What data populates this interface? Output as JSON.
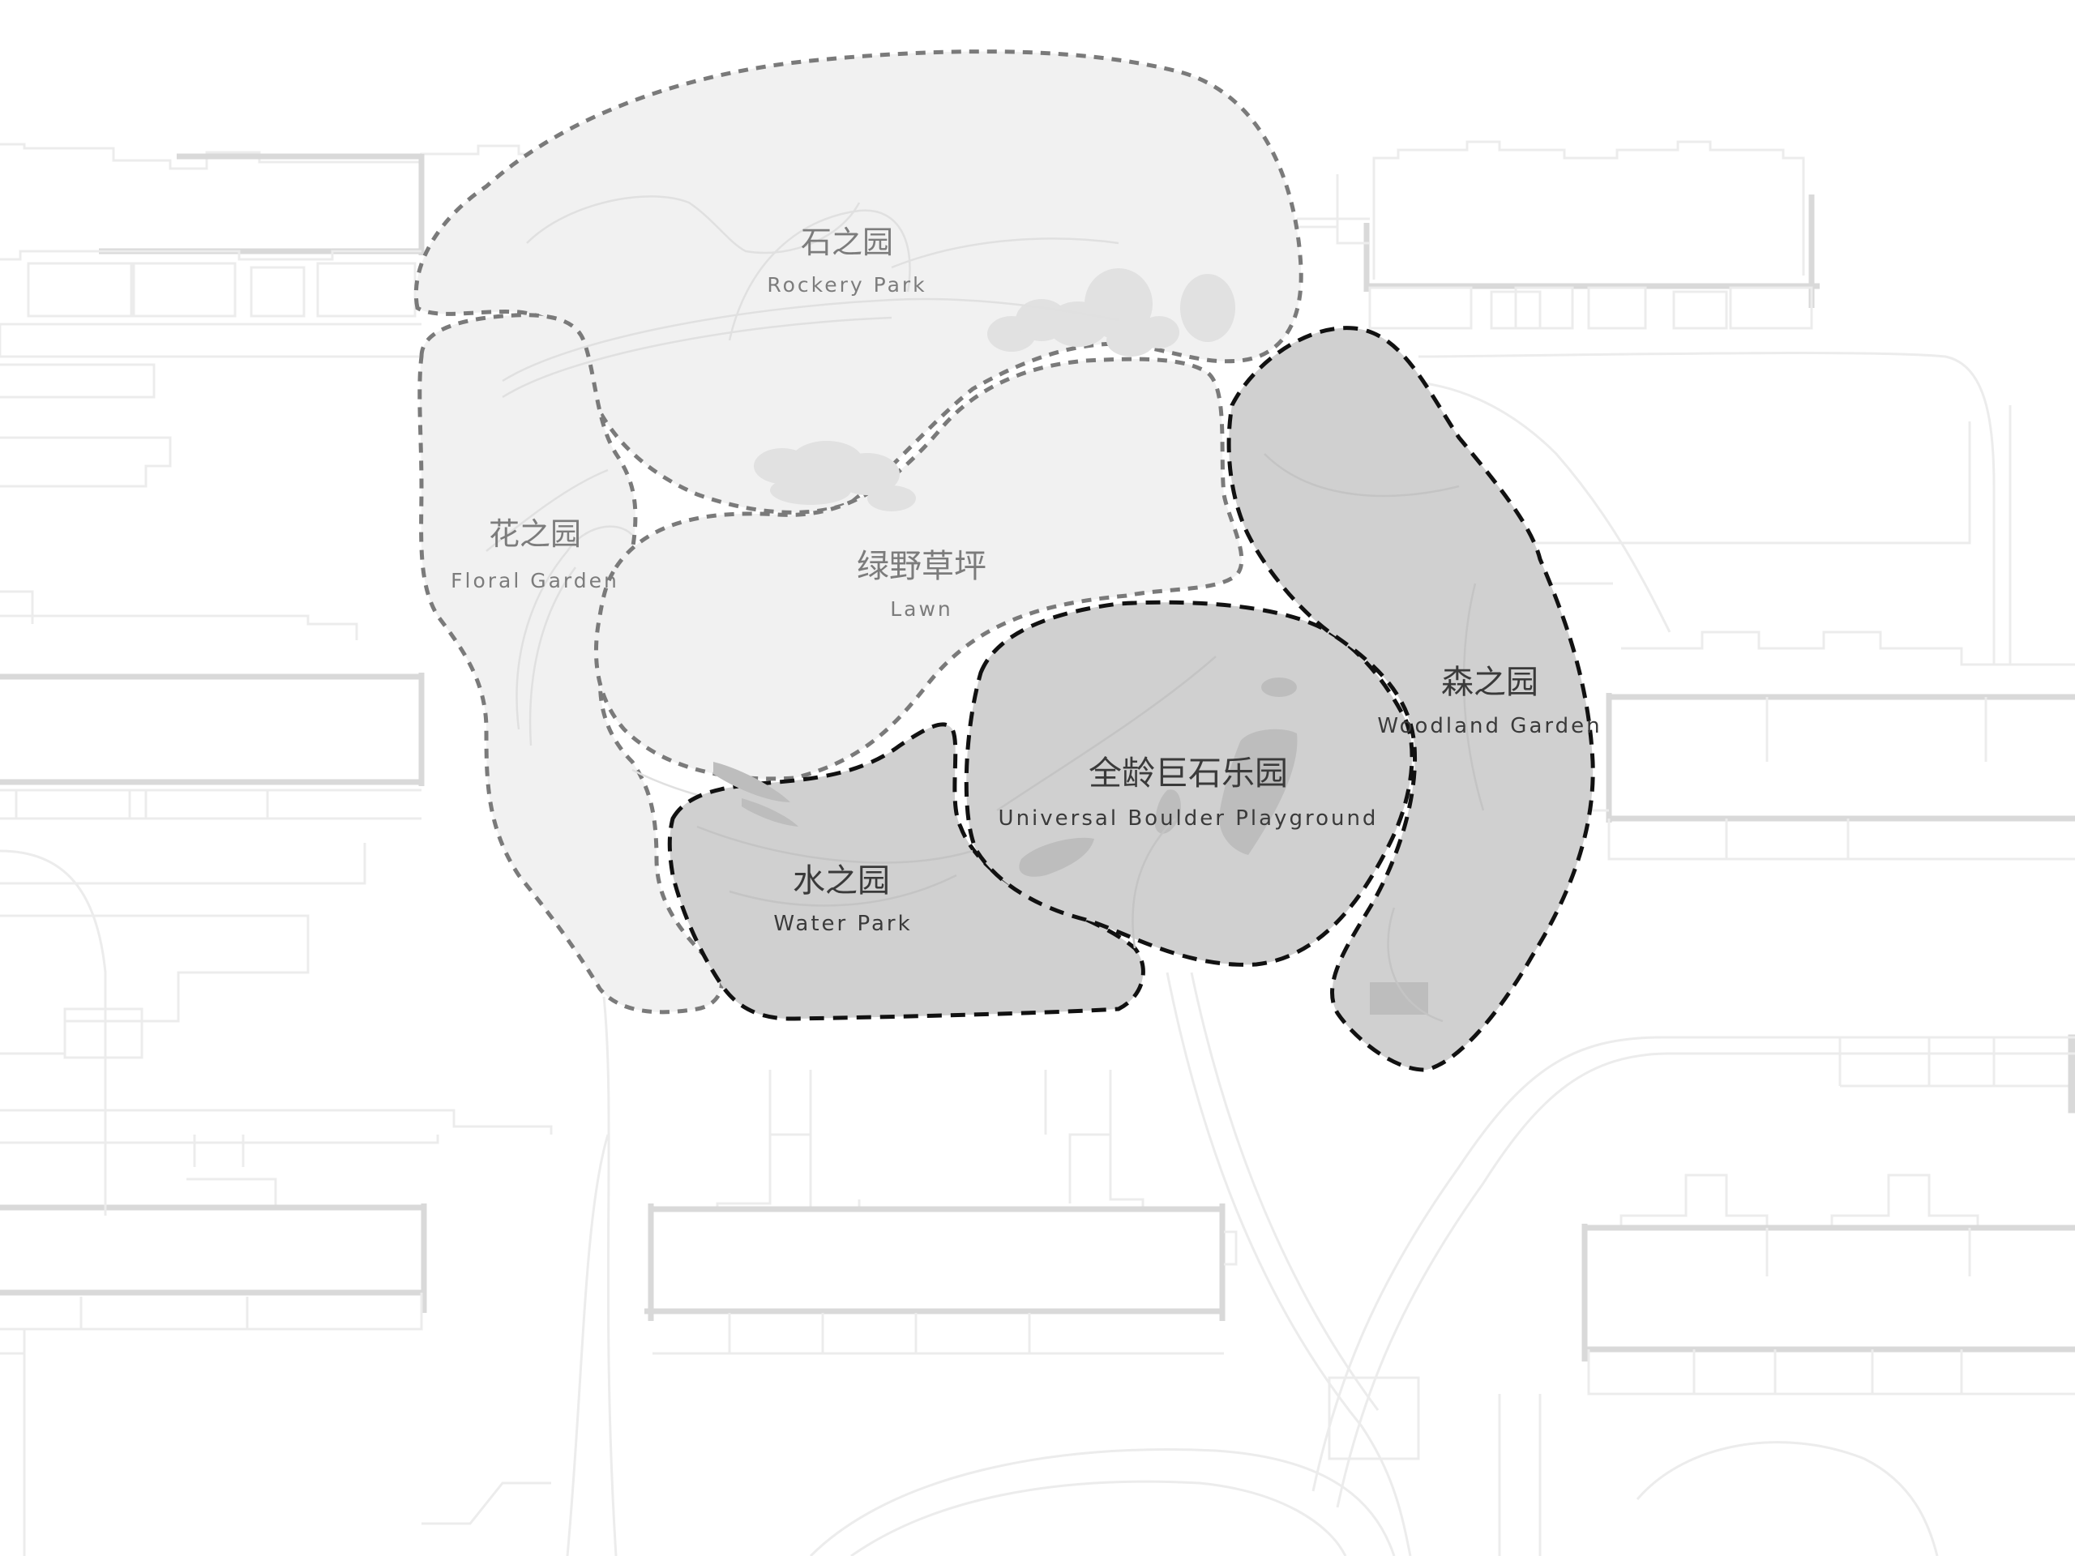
{
  "map": {
    "type": "landscape zoning plan",
    "colors": {
      "background": "#ffffff",
      "light_zone_fill": "#f1f1f1",
      "light_zone_stroke": "#7a7a7a",
      "dark_zone_fill": "#d0d0d0",
      "dark_zone_stroke": "#111111",
      "light_label": "#7c7c7c",
      "dark_label": "#3a3a3a"
    },
    "zones": {
      "rockery": {
        "zh": "石之园",
        "en": "Rockery Park",
        "style": "light"
      },
      "floral": {
        "zh": "花之园",
        "en": "Floral Garden",
        "style": "light"
      },
      "lawn": {
        "zh": "绿野草坪",
        "en": "Lawn",
        "style": "light"
      },
      "water": {
        "zh": "水之园",
        "en": "Water Park",
        "style": "dark"
      },
      "boulder": {
        "zh": "全龄巨石乐园",
        "en": "Universal Boulder Playground",
        "style": "dark"
      },
      "woodland": {
        "zh": "森之园",
        "en": "Woodland Garden",
        "style": "dark"
      }
    }
  }
}
